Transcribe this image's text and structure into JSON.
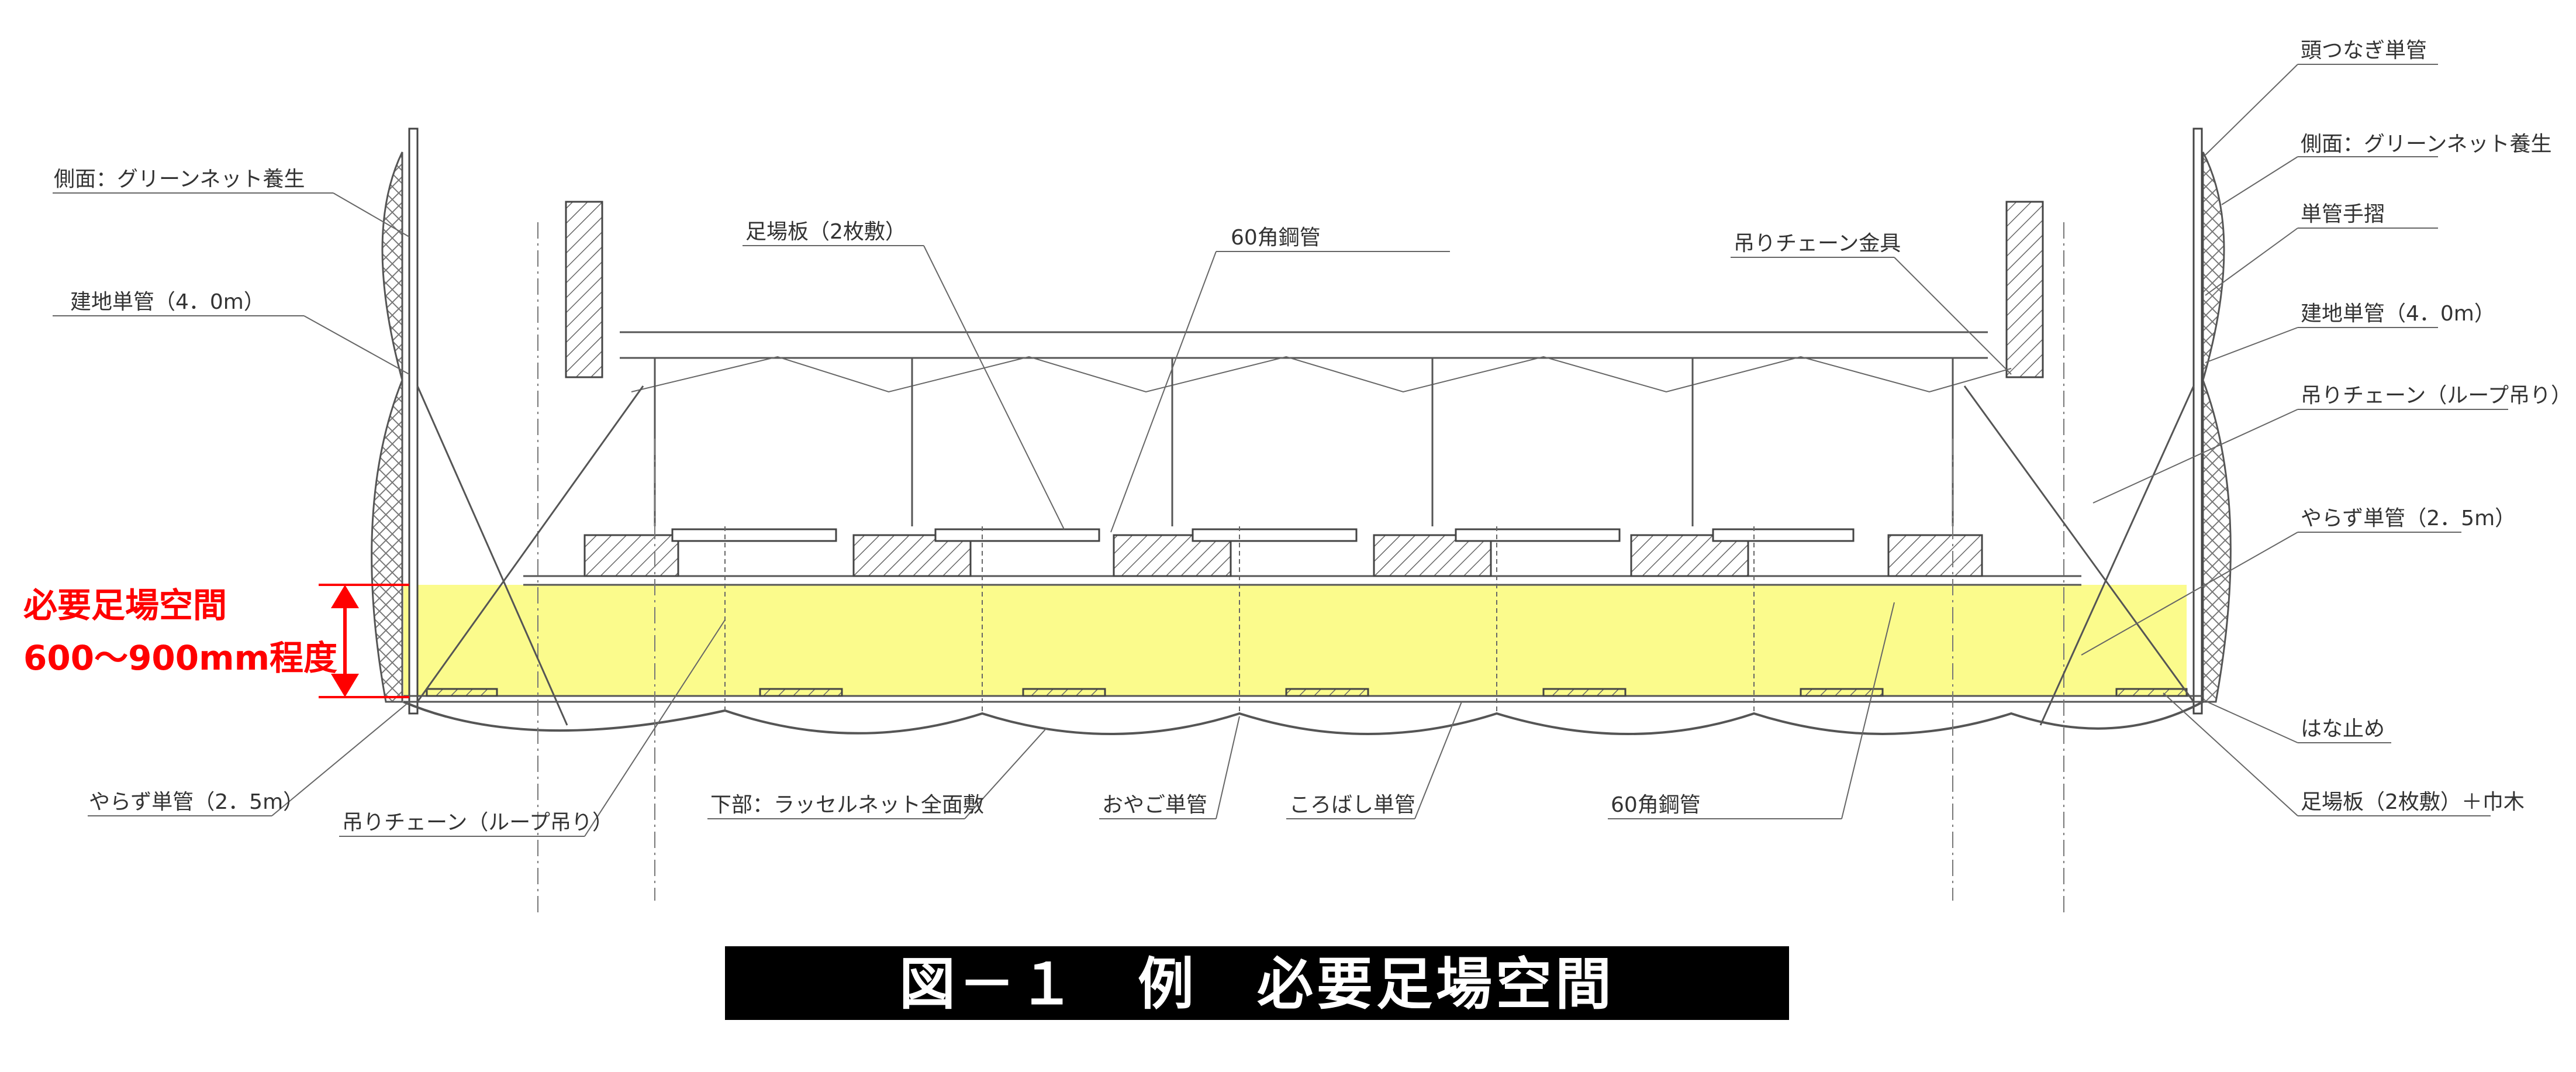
{
  "labels": {
    "top_right_1": "頭つなぎ単管",
    "top_right_2": "側面：グリーンネット養生",
    "top_right_3": "単管手摺",
    "top_right_4": "建地単管（4．0m）",
    "top_right_5": "吊りチェーン（ループ吊り）",
    "top_right_6": "やらず単管（2．5m）",
    "bottom_right_1": "はな止め",
    "bottom_right_2": "足場板（2枚敷）＋巾木",
    "top_left_1": "側面：グリーンネット養生",
    "top_left_2": "建地単管（4．0m）",
    "center_1": "足場板（2枚敷）",
    "center_2": "60角鋼管",
    "center_3": "吊りチェーン金具",
    "bottom_1": "やらず単管（2．5m）",
    "bottom_2": "吊りチェーン（ループ吊り）",
    "bottom_3": "下部：ラッセルネット全面敷",
    "bottom_4": "おやご単管",
    "bottom_5": "ころばし単管",
    "bottom_6": "60角鋼管"
  },
  "annotation": {
    "line1": "必要足場空間",
    "line2": "600～900mm程度",
    "color": "#ff0000"
  },
  "highlight_color": "#fbfb8c",
  "caption": {
    "text": "図－１　例　必要足場空間",
    "background": "#000000",
    "color": "#ffffff"
  }
}
